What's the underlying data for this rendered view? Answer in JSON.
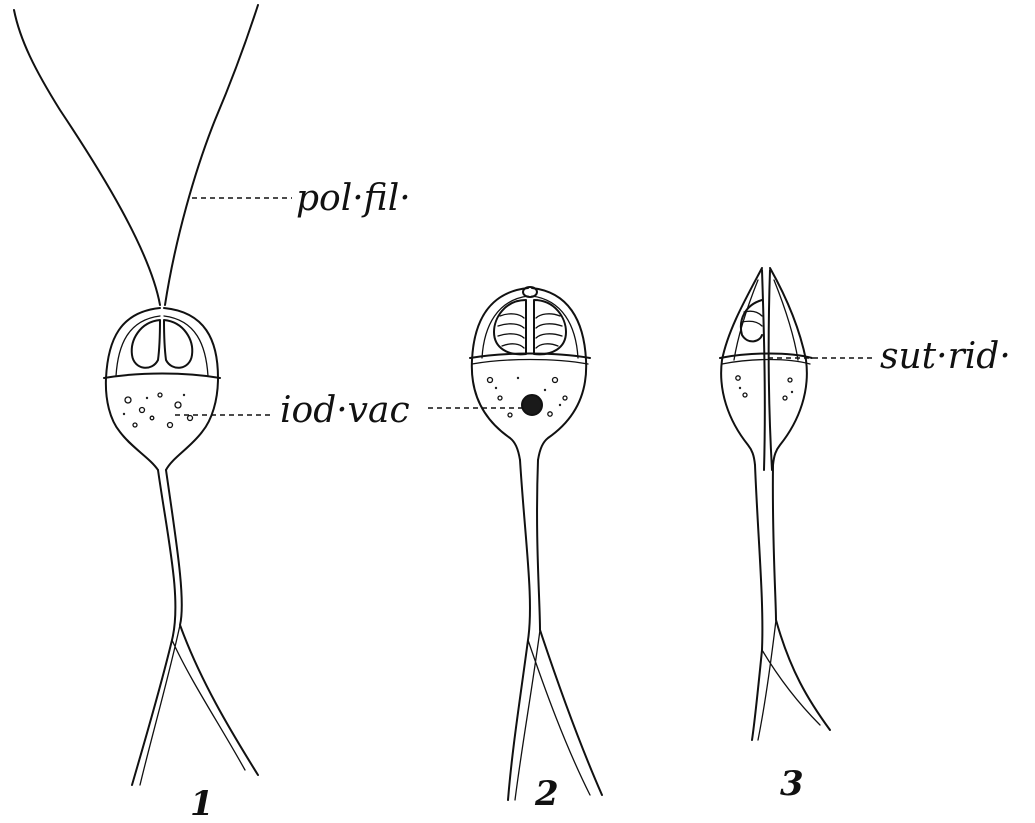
{
  "labels": {
    "polar_filament": "pol·fil·",
    "iodinophilous_vacuole": "iod·vac",
    "sutural_ridge": "sut·rid·"
  },
  "figures": [
    {
      "number": "1"
    },
    {
      "number": "2"
    },
    {
      "number": "3"
    }
  ],
  "colors": {
    "ink": "#111111",
    "paper": "#ffffff"
  }
}
